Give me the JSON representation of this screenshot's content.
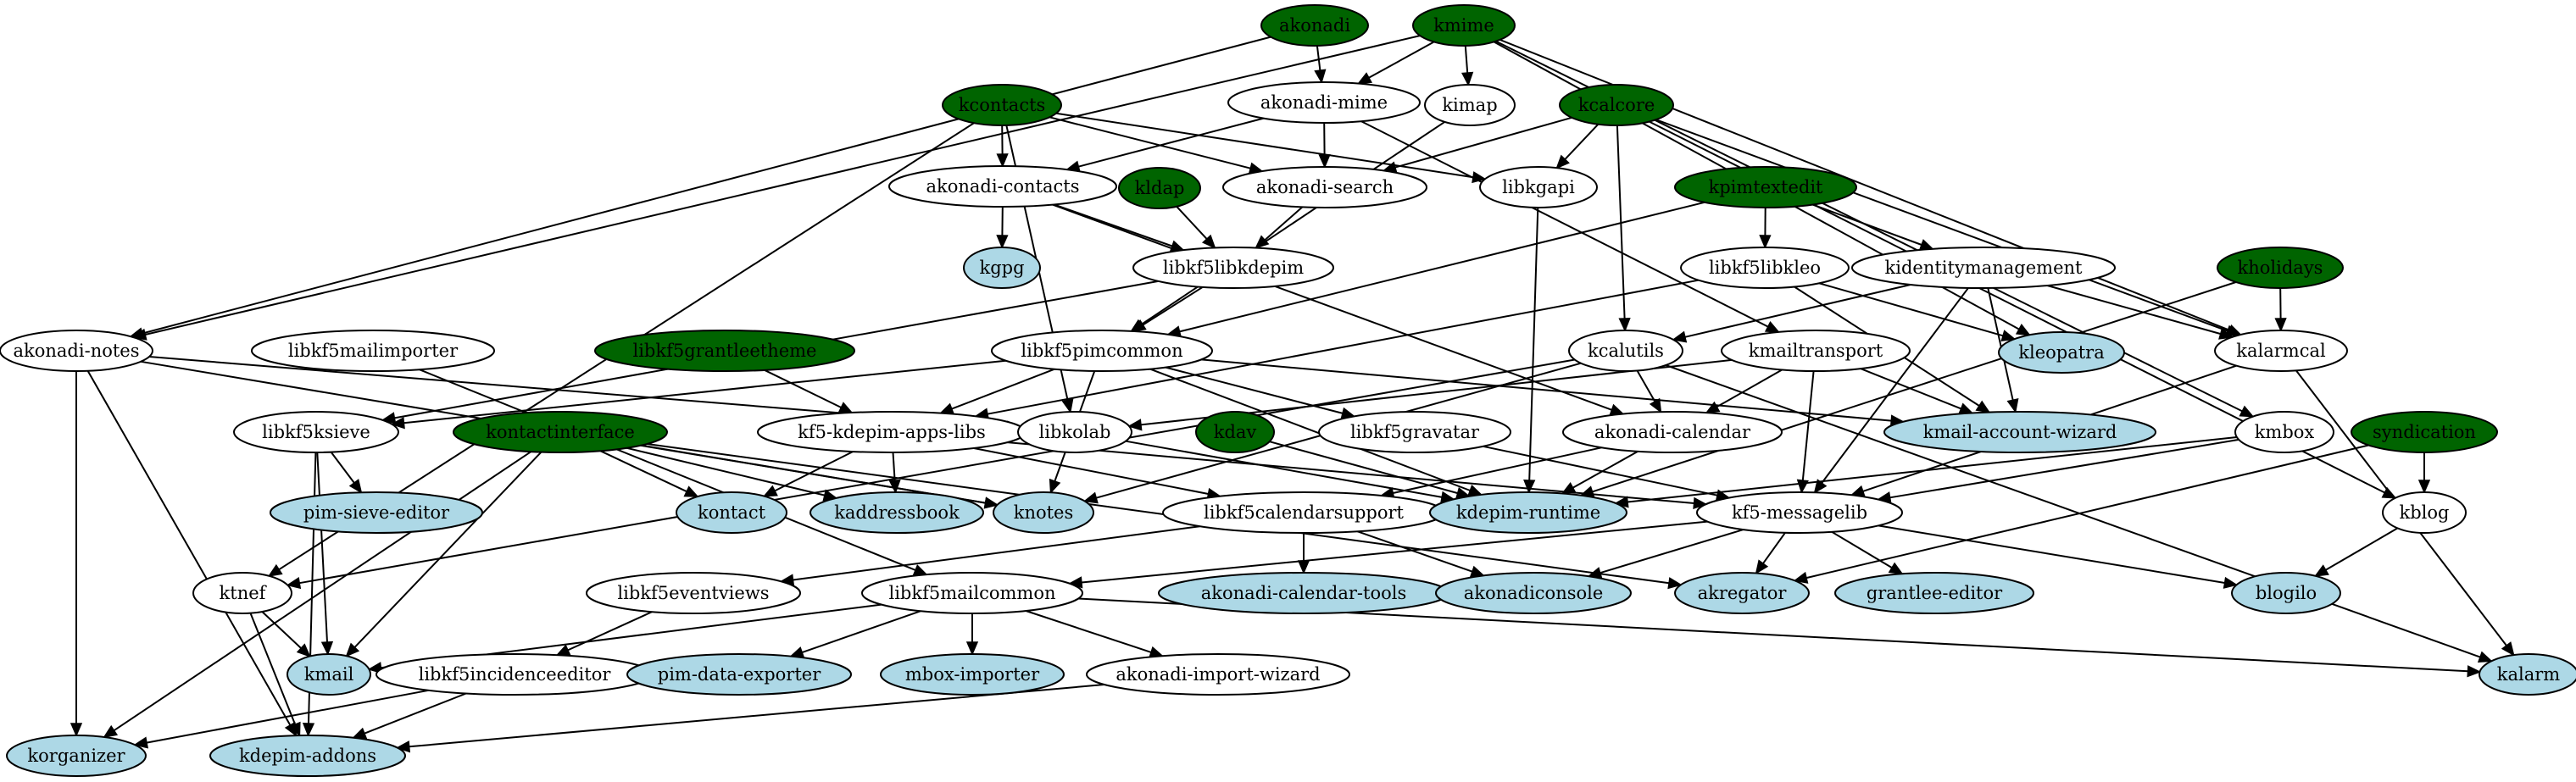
{
  "colors": {
    "framework": "#006400",
    "app": "#add8e6",
    "lib": "#ffffff",
    "edge": "#000000",
    "framework_text": "#000000"
  },
  "nodes": [
    {
      "id": "akonadi",
      "label": "akonadi",
      "kind": "framework"
    },
    {
      "id": "kmime",
      "label": "kmime",
      "kind": "framework"
    },
    {
      "id": "akonadi-mime",
      "label": "akonadi-mime",
      "kind": "lib"
    },
    {
      "id": "kimap",
      "label": "kimap",
      "kind": "lib"
    },
    {
      "id": "kcontacts",
      "label": "kcontacts",
      "kind": "framework"
    },
    {
      "id": "kcalcore",
      "label": "kcalcore",
      "kind": "framework"
    },
    {
      "id": "akonadi-contacts",
      "label": "akonadi-contacts",
      "kind": "lib"
    },
    {
      "id": "kldap",
      "label": "kldap",
      "kind": "framework"
    },
    {
      "id": "akonadi-search",
      "label": "akonadi-search",
      "kind": "lib"
    },
    {
      "id": "libkgapi",
      "label": "libkgapi",
      "kind": "lib"
    },
    {
      "id": "kpimtextedit",
      "label": "kpimtextedit",
      "kind": "framework"
    },
    {
      "id": "kgpg",
      "label": "kgpg",
      "kind": "app"
    },
    {
      "id": "libkf5libkdepim",
      "label": "libkf5libkdepim",
      "kind": "lib"
    },
    {
      "id": "libkf5libkleo",
      "label": "libkf5libkleo",
      "kind": "lib"
    },
    {
      "id": "kidentitymanagement",
      "label": "kidentitymanagement",
      "kind": "lib"
    },
    {
      "id": "kholidays",
      "label": "kholidays",
      "kind": "framework"
    },
    {
      "id": "akonadi-notes",
      "label": "akonadi-notes",
      "kind": "lib"
    },
    {
      "id": "libkf5mailimporter",
      "label": "libkf5mailimporter",
      "kind": "lib"
    },
    {
      "id": "libkf5grantleetheme",
      "label": "libkf5grantleetheme",
      "kind": "framework"
    },
    {
      "id": "libkf5pimcommon",
      "label": "libkf5pimcommon",
      "kind": "lib"
    },
    {
      "id": "kcalutils",
      "label": "kcalutils",
      "kind": "lib"
    },
    {
      "id": "kmailtransport",
      "label": "kmailtransport",
      "kind": "lib"
    },
    {
      "id": "kleopatra",
      "label": "kleopatra",
      "kind": "app"
    },
    {
      "id": "kalarmcal",
      "label": "kalarmcal",
      "kind": "lib"
    },
    {
      "id": "libkf5ksieve",
      "label": "libkf5ksieve",
      "kind": "lib"
    },
    {
      "id": "kontactinterface",
      "label": "kontactinterface",
      "kind": "framework"
    },
    {
      "id": "kf5-kdepim-apps-libs",
      "label": "kf5-kdepim-apps-libs",
      "kind": "lib"
    },
    {
      "id": "libkolab",
      "label": "libkolab",
      "kind": "lib"
    },
    {
      "id": "kdav",
      "label": "kdav",
      "kind": "framework"
    },
    {
      "id": "libkf5gravatar",
      "label": "libkf5gravatar",
      "kind": "lib"
    },
    {
      "id": "akonadi-calendar",
      "label": "akonadi-calendar",
      "kind": "lib"
    },
    {
      "id": "kmail-account-wizard",
      "label": "kmail-account-wizard",
      "kind": "app"
    },
    {
      "id": "kmbox",
      "label": "kmbox",
      "kind": "lib"
    },
    {
      "id": "syndication",
      "label": "syndication",
      "kind": "framework"
    },
    {
      "id": "pim-sieve-editor",
      "label": "pim-sieve-editor",
      "kind": "app"
    },
    {
      "id": "kontact",
      "label": "kontact",
      "kind": "app"
    },
    {
      "id": "kaddressbook",
      "label": "kaddressbook",
      "kind": "app"
    },
    {
      "id": "knotes",
      "label": "knotes",
      "kind": "app"
    },
    {
      "id": "libkf5calendarsupport",
      "label": "libkf5calendarsupport",
      "kind": "lib"
    },
    {
      "id": "kdepim-runtime",
      "label": "kdepim-runtime",
      "kind": "app"
    },
    {
      "id": "kf5-messagelib",
      "label": "kf5-messagelib",
      "kind": "lib"
    },
    {
      "id": "kblog",
      "label": "kblog",
      "kind": "lib"
    },
    {
      "id": "ktnef",
      "label": "ktnef",
      "kind": "lib"
    },
    {
      "id": "libkf5eventviews",
      "label": "libkf5eventviews",
      "kind": "lib"
    },
    {
      "id": "libkf5mailcommon",
      "label": "libkf5mailcommon",
      "kind": "lib"
    },
    {
      "id": "akonadi-calendar-tools",
      "label": "akonadi-calendar-tools",
      "kind": "app"
    },
    {
      "id": "akonadiconsole",
      "label": "akonadiconsole",
      "kind": "app"
    },
    {
      "id": "akregator",
      "label": "akregator",
      "kind": "app"
    },
    {
      "id": "grantlee-editor",
      "label": "grantlee-editor",
      "kind": "app"
    },
    {
      "id": "blogilo",
      "label": "blogilo",
      "kind": "app"
    },
    {
      "id": "kmail",
      "label": "kmail",
      "kind": "app"
    },
    {
      "id": "libkf5incidenceeditor",
      "label": "libkf5incidenceeditor",
      "kind": "lib"
    },
    {
      "id": "pim-data-exporter",
      "label": "pim-data-exporter",
      "kind": "app"
    },
    {
      "id": "mbox-importer",
      "label": "mbox-importer",
      "kind": "app"
    },
    {
      "id": "akonadi-import-wizard",
      "label": "akonadi-import-wizard",
      "kind": "lib"
    },
    {
      "id": "kalarm",
      "label": "kalarm",
      "kind": "app"
    },
    {
      "id": "korganizer",
      "label": "korganizer",
      "kind": "app"
    },
    {
      "id": "kdepim-addons",
      "label": "kdepim-addons",
      "kind": "app"
    }
  ],
  "edges": [
    [
      "akonadi",
      "akonadi-mime"
    ],
    [
      "akonadi",
      "akonadi-notes"
    ],
    [
      "kmime",
      "akonadi-mime"
    ],
    [
      "kmime",
      "kimap"
    ],
    [
      "kmime",
      "akonadi-notes"
    ],
    [
      "kmime",
      "kalarmcal"
    ],
    [
      "kmime",
      "kleopatra"
    ],
    [
      "kmime",
      "kmbox"
    ],
    [
      "akonadi-mime",
      "akonadi-contacts"
    ],
    [
      "akonadi-mime",
      "akonadi-search"
    ],
    [
      "akonadi-mime",
      "kmailtransport"
    ],
    [
      "kimap",
      "libkf5pimcommon"
    ],
    [
      "kcontacts",
      "akonadi-contacts"
    ],
    [
      "kcontacts",
      "akonadi-search"
    ],
    [
      "kcontacts",
      "libkgapi"
    ],
    [
      "kcontacts",
      "libkolab"
    ],
    [
      "kcontacts",
      "ktnef"
    ],
    [
      "kcalcore",
      "akonadi-search"
    ],
    [
      "kcalcore",
      "libkgapi"
    ],
    [
      "kcalcore",
      "kcalutils"
    ],
    [
      "kcalcore",
      "kalarmcal"
    ],
    [
      "kcalcore",
      "kblog"
    ],
    [
      "akonadi-contacts",
      "kgpg"
    ],
    [
      "akonadi-contacts",
      "libkf5libkdepim"
    ],
    [
      "akonadi-contacts",
      "akonadi-calendar"
    ],
    [
      "kldap",
      "libkf5libkdepim"
    ],
    [
      "akonadi-search",
      "libkf5libkdepim"
    ],
    [
      "libkgapi",
      "kdepim-runtime"
    ],
    [
      "kpimtextedit",
      "libkf5libkleo"
    ],
    [
      "kpimtextedit",
      "kidentitymanagement"
    ],
    [
      "kpimtextedit",
      "libkf5pimcommon"
    ],
    [
      "libkf5libkdepim",
      "libkf5pimcommon"
    ],
    [
      "libkf5libkdepim",
      "libkf5ksieve"
    ],
    [
      "libkf5libkleo",
      "kleopatra"
    ],
    [
      "libkf5libkleo",
      "kmail-account-wizard"
    ],
    [
      "libkf5libkleo",
      "kf5-kdepim-apps-libs"
    ],
    [
      "kidentitymanagement",
      "kcalutils"
    ],
    [
      "kidentitymanagement",
      "kalarmcal"
    ],
    [
      "kidentitymanagement",
      "kmail-account-wizard"
    ],
    [
      "kidentitymanagement",
      "kf5-messagelib"
    ],
    [
      "kholidays",
      "kalarmcal"
    ],
    [
      "kholidays",
      "kdepim-runtime"
    ],
    [
      "akonadi-notes",
      "libkolab"
    ],
    [
      "akonadi-notes",
      "knotes"
    ],
    [
      "akonadi-notes",
      "korganizer"
    ],
    [
      "akonadi-notes",
      "kdepim-addons"
    ],
    [
      "libkf5mailimporter",
      "libkf5mailcommon"
    ],
    [
      "libkf5grantleetheme",
      "kf5-kdepim-apps-libs"
    ],
    [
      "libkf5pimcommon",
      "libkf5ksieve"
    ],
    [
      "libkf5pimcommon",
      "kf5-kdepim-apps-libs"
    ],
    [
      "libkf5pimcommon",
      "libkf5gravatar"
    ],
    [
      "libkf5pimcommon",
      "kmail-account-wizard"
    ],
    [
      "libkf5pimcommon",
      "knotes"
    ],
    [
      "libkf5pimcommon",
      "kdepim-runtime"
    ],
    [
      "kcalutils",
      "akonadi-calendar"
    ],
    [
      "kcalutils",
      "knotes"
    ],
    [
      "kcalutils",
      "kalarm"
    ],
    [
      "kcalutils",
      "ktnef"
    ],
    [
      "kmailtransport",
      "akonadi-calendar"
    ],
    [
      "kmailtransport",
      "kmail-account-wizard"
    ],
    [
      "kmailtransport",
      "libkolab"
    ],
    [
      "kmailtransport",
      "kf5-messagelib"
    ],
    [
      "kalarmcal",
      "kalarm"
    ],
    [
      "kalarmcal",
      "kf5-messagelib"
    ],
    [
      "libkf5ksieve",
      "pim-sieve-editor"
    ],
    [
      "libkf5ksieve",
      "kmail"
    ],
    [
      "libkf5ksieve",
      "kdepim-addons"
    ],
    [
      "kontactinterface",
      "kontact"
    ],
    [
      "kontactinterface",
      "kaddressbook"
    ],
    [
      "kontactinterface",
      "knotes"
    ],
    [
      "kontactinterface",
      "kmail"
    ],
    [
      "kontactinterface",
      "korganizer"
    ],
    [
      "kontactinterface",
      "akregator"
    ],
    [
      "kf5-kdepim-apps-libs",
      "kontact"
    ],
    [
      "kf5-kdepim-apps-libs",
      "kaddressbook"
    ],
    [
      "kf5-kdepim-apps-libs",
      "libkf5calendarsupport"
    ],
    [
      "kf5-kdepim-apps-libs",
      "kf5-messagelib"
    ],
    [
      "libkolab",
      "kdepim-runtime"
    ],
    [
      "kdav",
      "kdepim-runtime"
    ],
    [
      "libkf5gravatar",
      "kf5-messagelib"
    ],
    [
      "akonadi-calendar",
      "libkf5calendarsupport"
    ],
    [
      "akonadi-calendar",
      "kdepim-runtime"
    ],
    [
      "kmbox",
      "kdepim-runtime"
    ],
    [
      "kmbox",
      "kf5-messagelib"
    ],
    [
      "syndication",
      "kblog"
    ],
    [
      "syndication",
      "akregator"
    ],
    [
      "libkf5calendarsupport",
      "akonadi-calendar-tools"
    ],
    [
      "libkf5calendarsupport",
      "akonadiconsole"
    ],
    [
      "libkf5calendarsupport",
      "libkf5eventviews"
    ],
    [
      "kf5-messagelib",
      "libkf5mailcommon"
    ],
    [
      "kf5-messagelib",
      "akonadiconsole"
    ],
    [
      "kf5-messagelib",
      "akregator"
    ],
    [
      "kf5-messagelib",
      "grantlee-editor"
    ],
    [
      "kf5-messagelib",
      "blogilo"
    ],
    [
      "kblog",
      "blogilo"
    ],
    [
      "ktnef",
      "kmail"
    ],
    [
      "ktnef",
      "kdepim-addons"
    ],
    [
      "libkf5eventviews",
      "libkf5incidenceeditor"
    ],
    [
      "libkf5mailcommon",
      "kmail"
    ],
    [
      "libkf5mailcommon",
      "pim-data-exporter"
    ],
    [
      "libkf5mailcommon",
      "mbox-importer"
    ],
    [
      "libkf5mailcommon",
      "akonadi-import-wizard"
    ],
    [
      "libkf5mailcommon",
      "kalarm"
    ],
    [
      "libkf5incidenceeditor",
      "korganizer"
    ],
    [
      "libkf5incidenceeditor",
      "kdepim-addons"
    ],
    [
      "akonadi-import-wizard",
      "kdepim-addons"
    ]
  ]
}
